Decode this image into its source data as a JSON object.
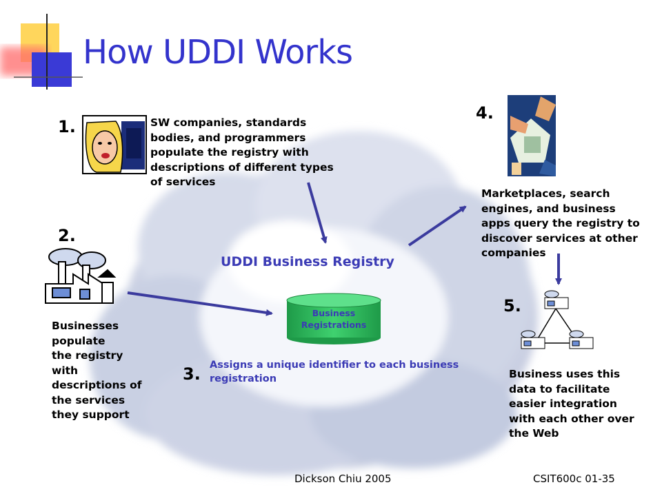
{
  "slide": {
    "title": "How UDDI Works",
    "registry_label": "UDDI Business Registry",
    "cylinder_label_line1": "Business",
    "cylinder_label_line2": "Registrations"
  },
  "steps": {
    "s1": {
      "number": "1.",
      "lines": [
        "SW companies, standards",
        "bodies, and programmers",
        "populate the registry with",
        "descriptions of different types",
        "of services"
      ]
    },
    "s2": {
      "number": "2.",
      "lines": [
        "Businesses",
        "populate",
        "the registry",
        "with",
        "descriptions of",
        "the services",
        "they support"
      ]
    },
    "s3": {
      "number": "3.",
      "lines": [
        "Assigns a unique identifier to each business",
        "registration"
      ]
    },
    "s4": {
      "number": "4.",
      "lines": [
        "Marketplaces, search",
        "engines, and business",
        "apps query the registry to",
        "discover services at other",
        "companies"
      ]
    },
    "s5": {
      "number": "5.",
      "lines": [
        "Business uses this",
        "data to facilitate",
        "easier integration",
        "with each other over",
        "the Web"
      ]
    }
  },
  "footer": {
    "author": "Dickson Chiu 2005",
    "course": "CSIT600c 01-35"
  },
  "colors": {
    "title": "#3333cc",
    "accent_text": "#3b3bb5",
    "arrow": "#3b3b9e",
    "cylinder": "#2db85a",
    "corner_yellow": "#ffd24a",
    "corner_red": "#ff5a5a",
    "corner_blue": "#3a3ad6"
  }
}
